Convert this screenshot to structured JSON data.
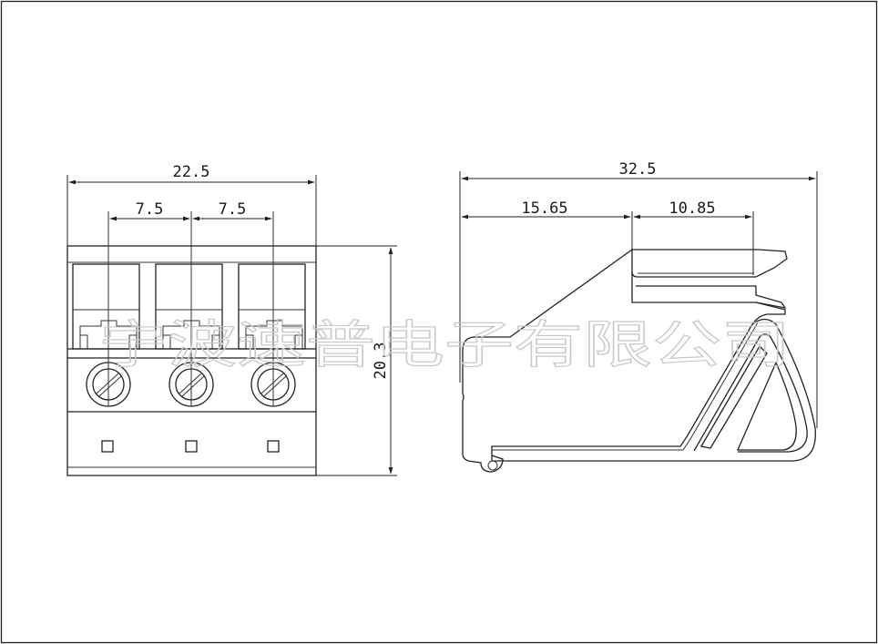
{
  "front_view": {
    "width_label": "22.5",
    "pitch_left_label": "7.5",
    "pitch_right_label": "7.5",
    "height_label": "20.3"
  },
  "side_view": {
    "length_label": "32.5",
    "seg_left_label": "15.65",
    "seg_right_label": "10.85"
  },
  "watermark": "宁波速普电子有限公司",
  "colors": {
    "line": "#222222",
    "watermark": "#c9c9c9"
  }
}
